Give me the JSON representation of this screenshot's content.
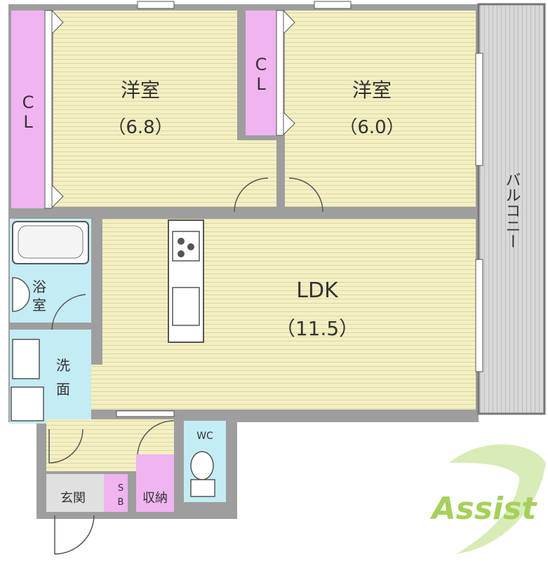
{
  "rooms": {
    "western_room_left": {
      "name": "洋室",
      "size": "（6.8）"
    },
    "western_room_right": {
      "name": "洋室",
      "size": "（6.0）"
    },
    "ldk": {
      "name": "LDK",
      "size": "（11.5）"
    },
    "balcony": {
      "name": "バルコニー"
    },
    "bath": {
      "name_line1": "浴",
      "name_line2": "室"
    },
    "washroom": {
      "name_line1": "洗",
      "name_line2": "面"
    },
    "entrance": {
      "name": "玄関"
    },
    "storage": {
      "name": "収納"
    },
    "toilet": {
      "name": "WC"
    },
    "shoe_box": {
      "name_line1": "S",
      "name_line2": "B"
    },
    "closet_left": {
      "name_line1": "C",
      "name_line2": "L"
    },
    "closet_right": {
      "name_line1": "C",
      "name_line2": "L"
    }
  },
  "logo": {
    "text": "Assist"
  },
  "colors": {
    "flooring": "#F4F0C4",
    "closet": "#F0B4F0",
    "wet_area": "#C4ECF4",
    "wall": "#9E9E9E",
    "balcony": "#D8D8D8",
    "logo_green": "#A6D05A"
  }
}
